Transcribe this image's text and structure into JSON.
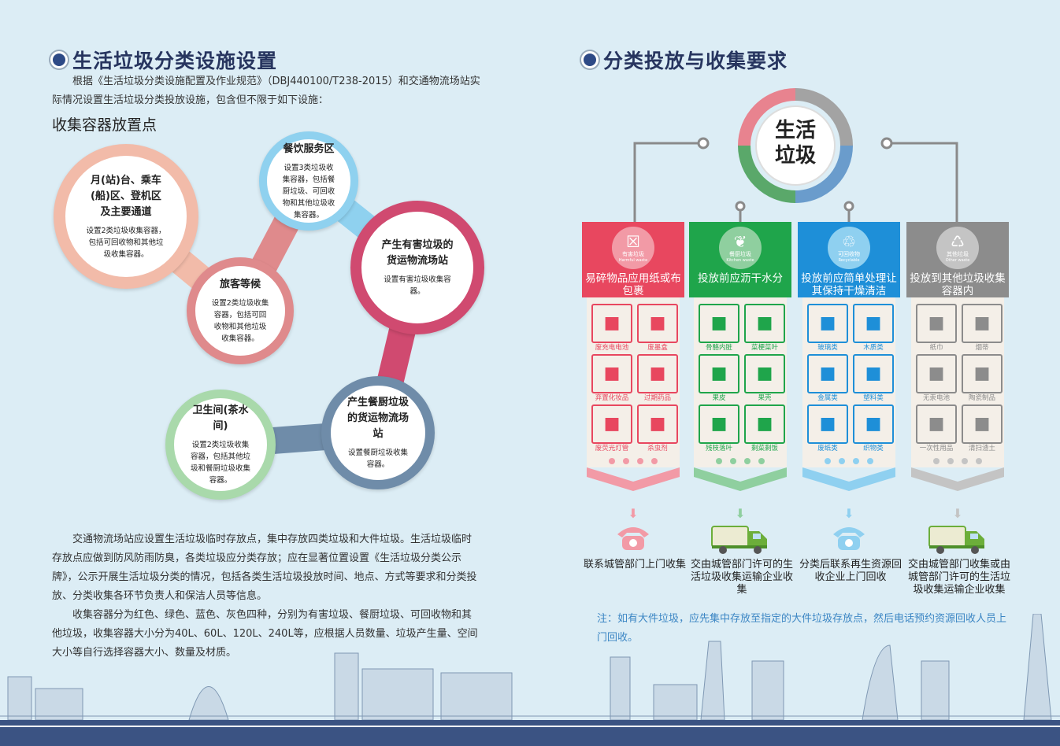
{
  "left": {
    "title": "生活垃圾分类设施设置",
    "intro": "根据《生活垃圾分类设施配置及作业规范》（DBJ440100/T238-2015）和交通物流场站实际情况设置生活垃圾分类投放设施，包含但不限于如下设施：",
    "subtitle": "收集容器放置点",
    "spots": [
      {
        "name": "月(站)台、乘车(船)区、登机区及主要通道",
        "desc": "设置2类垃圾收集容器，包括可回收物和其他垃圾收集容器。",
        "color": "#f2bba9"
      },
      {
        "name": "餐饮服务区",
        "desc": "设置3类垃圾收集容器，包括餐厨垃圾、可回收物和其他垃圾收集容器。",
        "color": "#8fd1ef"
      },
      {
        "name": "旅客等候",
        "desc": "设置2类垃圾收集容器，包括可回收物和其他垃圾收集容器。",
        "color": "#df8a8c"
      },
      {
        "name": "产生有害垃圾的货运物流场站",
        "desc": "设置有害垃圾收集容器。",
        "color": "#d04a70"
      },
      {
        "name": "产生餐厨垃圾的货运物流场站",
        "desc": "设置餐厨垃圾收集容器。",
        "color": "#6f8ca9"
      },
      {
        "name": "卫生间(茶水间)",
        "desc": "设置2类垃圾收集容器，包括其他垃圾和餐厨垃圾收集容器。",
        "color": "#a9d9ab"
      }
    ],
    "para1": "交通物流场站应设置生活垃圾临时存放点，集中存放四类垃圾和大件垃圾。生活垃圾临时存放点应做到防风防雨防臭，各类垃圾应分类存放；应在显著位置设置《生活垃圾分类公示牌》，公示开展生活垃圾分类的情况，包括各类生活垃圾投放时间、地点、方式等要求和分类投放、分类收集各环节负责人和保洁人员等信息。",
    "para2": "收集容器分为红色、绿色、蓝色、灰色四种，分别为有害垃圾、餐厨垃圾、可回收物和其他垃圾，收集容器大小分为40L、60L、120L、240L等，应根据人员数量、垃圾产生量、空间大小等自行选择容器大小、数量及材质。"
  },
  "right": {
    "title": "分类投放与收集要求",
    "center_label": "生活\n垃圾",
    "note": "注：如有大件垃圾，应先集中存放至指定的大件垃圾存放点，然后电话预约资源回收人员上门回收。",
    "categories": [
      {
        "badge_cn": "有害垃圾",
        "badge_en": "Harmful waste",
        "rule": "易碎物品应用纸或布包裹",
        "color": "#e8475f",
        "light": "#f29aa6",
        "icon": "harmful-icon",
        "items": [
          "废充电电池",
          "废墨盒",
          "弃置化妆品",
          "过期药品",
          "废荧光灯管",
          "杀虫剂"
        ],
        "collect": "联系城管部门上门收集",
        "transport": "phone-icon"
      },
      {
        "badge_cn": "餐厨垃圾",
        "badge_en": "Kitchen waste",
        "rule": "投放前应沥干水分",
        "color": "#1fa54b",
        "light": "#8fcf9f",
        "icon": "kitchen-waste-icon",
        "items": [
          "骨骼内脏",
          "菜梗菜叶",
          "果皮",
          "果壳",
          "残枝落叶",
          "剩菜剩饭"
        ],
        "collect": "交由城管部门许可的生活垃圾收集运输企业收集",
        "transport": "truck-icon"
      },
      {
        "badge_cn": "可回收物",
        "badge_en": "Recyclable",
        "rule": "投放前应简单处理让其保持干燥清洁",
        "color": "#1e8fd8",
        "light": "#8fd0f0",
        "icon": "recycle-icon",
        "items": [
          "玻璃类",
          "木质类",
          "金属类",
          "塑料类",
          "废纸类",
          "织物类"
        ],
        "collect": "分类后联系再生资源回收企业上门回收",
        "transport": "phone-icon"
      },
      {
        "badge_cn": "其他垃圾",
        "badge_en": "Other waste",
        "rule": "投放到其他垃圾收集容器内",
        "color": "#8c8c8c",
        "light": "#c4c4c4",
        "icon": "other-waste-icon",
        "items": [
          "纸巾",
          "烟蒂",
          "无汞电池",
          "陶瓷制品",
          "一次性用品",
          "清扫渣土"
        ],
        "collect": "交由城管部门收集或由城管部门许可的生活垃圾收集运输企业收集",
        "transport": "truck-icon"
      }
    ]
  }
}
